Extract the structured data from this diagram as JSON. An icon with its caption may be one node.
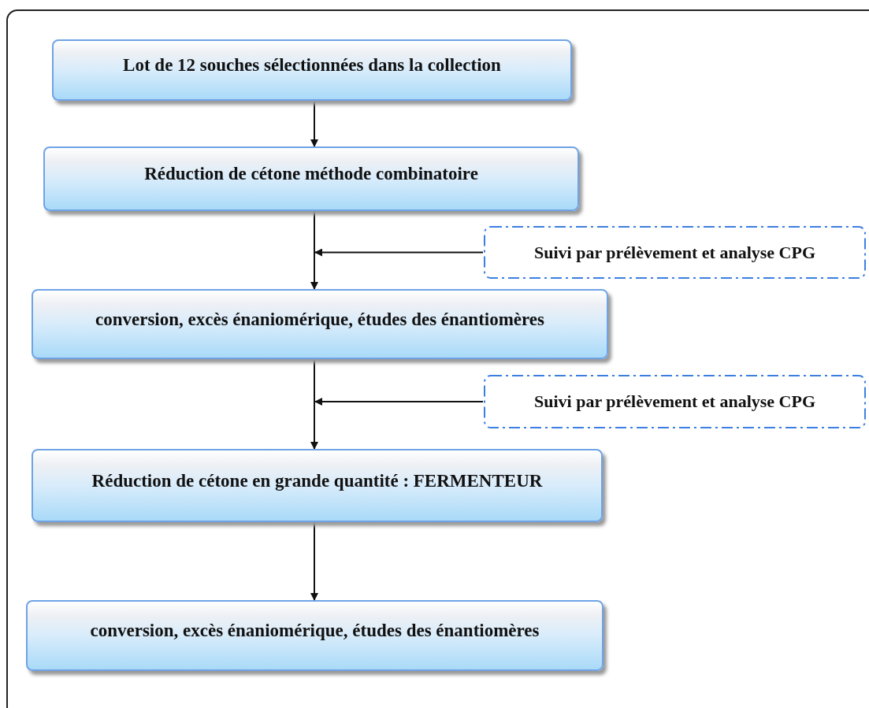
{
  "diagram": {
    "nodes": [
      {
        "text": [
          "Lot de 12 souches sélectionnées dans la collection"
        ]
      },
      {
        "text": [
          "Réduction de cétone méthode combinatoire"
        ]
      },
      {
        "text": [
          "conversion, excès énaniomérique, études des énantiomères"
        ]
      },
      {
        "text": [
          "Réduction de cétone en grande quantité : FERMENTEUR"
        ]
      },
      {
        "text": [
          "conversion, excès énaniomérique, études des énantiomères"
        ]
      },
      {
        "text": [
          "Suivi par prélèvement et analyse CPG"
        ]
      },
      {
        "text": [
          "Suivi par prélèvement et analyse CPG"
        ]
      }
    ],
    "edges": [
      {
        "from": 0,
        "to": 1,
        "arrow": "to"
      },
      {
        "from": 1,
        "to": 2,
        "arrow": "to"
      },
      {
        "from": 5,
        "to": null,
        "arrow": "to"
      },
      {
        "from": 2,
        "to": 3,
        "arrow": "to"
      },
      {
        "from": 6,
        "to": null,
        "arrow": "to"
      },
      {
        "from": 3,
        "to": 4,
        "arrow": "to"
      }
    ]
  }
}
